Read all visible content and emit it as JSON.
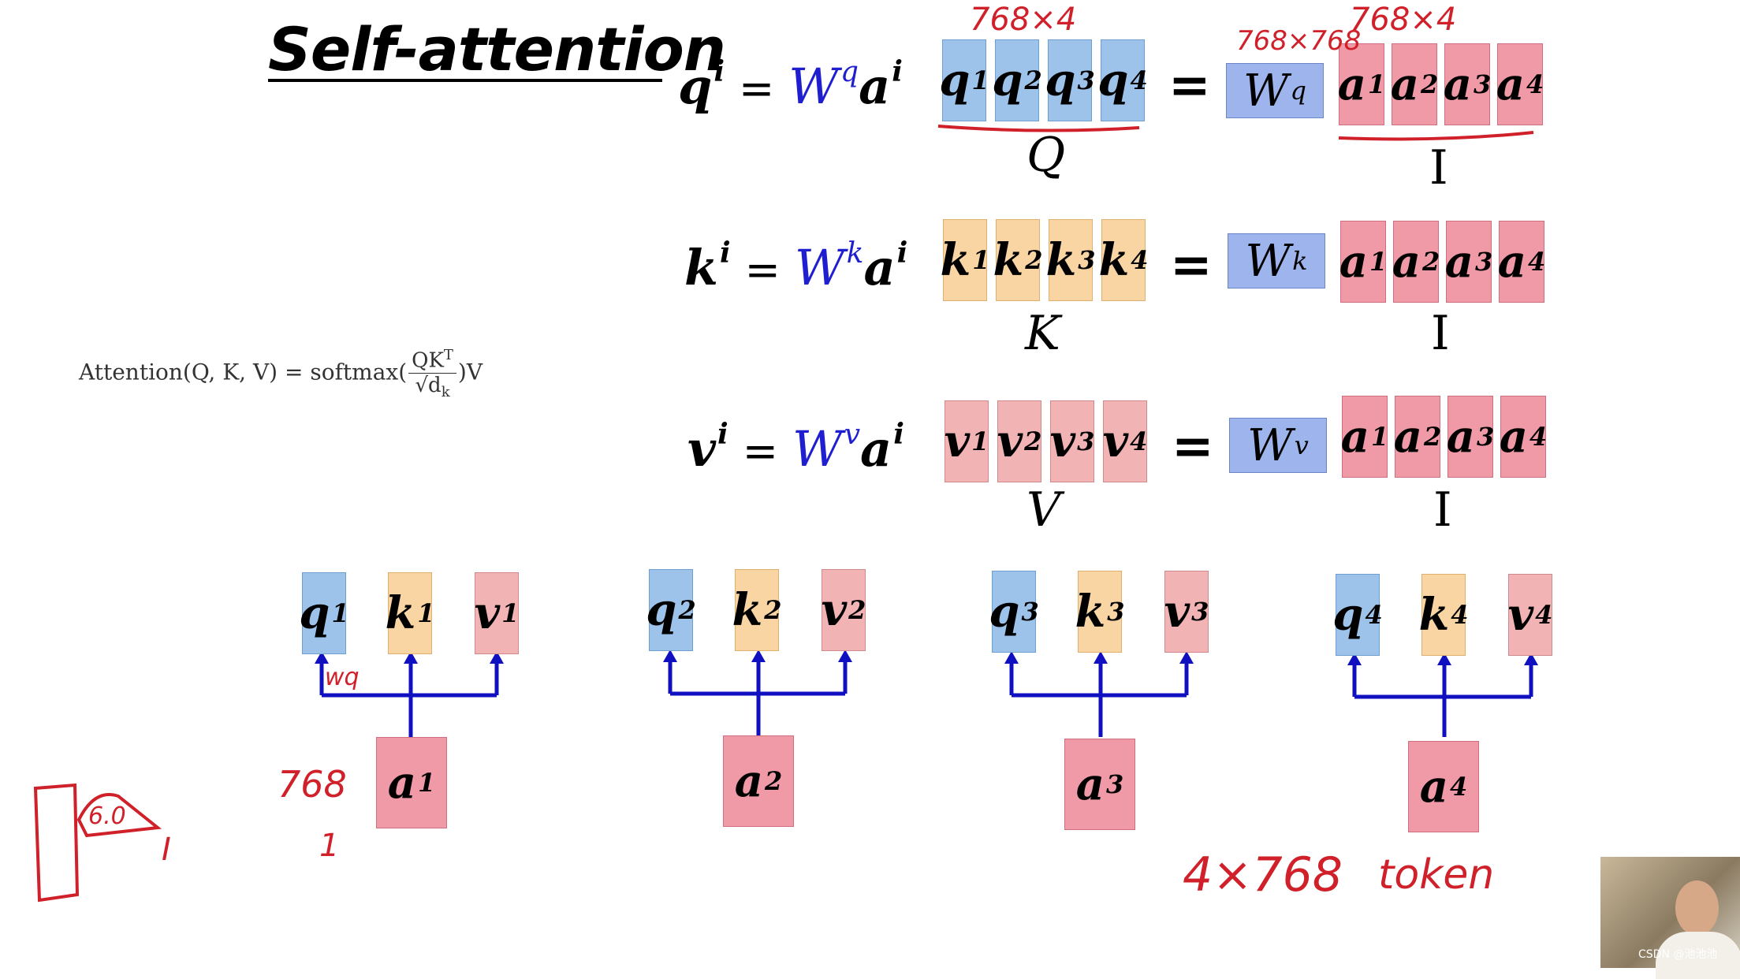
{
  "title": "Self-attention",
  "equations": {
    "q": {
      "lhs": "q",
      "lhs_sup": "i",
      "W": "W",
      "W_sup": "q",
      "rhs": "a",
      "rhs_sup": "i",
      "matrix_label": "Q",
      "W_box_label": "W",
      "W_box_sup": "q",
      "input_label": "I"
    },
    "k": {
      "lhs": "k",
      "lhs_sup": "i",
      "W": "W",
      "W_sup": "k",
      "rhs": "a",
      "rhs_sup": "i",
      "matrix_label": "K",
      "W_box_label": "W",
      "W_box_sup": "k",
      "input_label": "I"
    },
    "v": {
      "lhs": "v",
      "lhs_sup": "i",
      "W": "W",
      "W_sup": "v",
      "rhs": "a",
      "rhs_sup": "i",
      "matrix_label": "V",
      "W_box_label": "W",
      "W_box_sup": "v",
      "input_label": "I"
    },
    "equals": "="
  },
  "vectors": {
    "q": [
      "1",
      "2",
      "3",
      "4"
    ],
    "k": [
      "1",
      "2",
      "3",
      "4"
    ],
    "v": [
      "1",
      "2",
      "3",
      "4"
    ],
    "a": [
      "1",
      "2",
      "3",
      "4"
    ]
  },
  "letters": {
    "q": "q",
    "k": "k",
    "v": "v",
    "a": "a"
  },
  "attention_formula": {
    "prefix": "Attention(Q, K, V) = softmax(",
    "numerator": "QK",
    "numerator_sup": "T",
    "denominator": "√d",
    "denominator_sub": "k",
    "suffix": ")V"
  },
  "annotations": {
    "q_dims": "768×4",
    "w_dims": "768×768",
    "a_dims": "768×4",
    "a1_dim": "768",
    "a1_dim2": "1",
    "wq_note": "wq",
    "bottom_dims": "4×768",
    "bottom_note": "token",
    "left_num": "6.0",
    "left_i": "I"
  },
  "colors": {
    "query": "#9dc3ea",
    "key": "#f8d5a3",
    "value": "#f2b3b4",
    "input": "#ef9aa6",
    "weight": "#9db4ec",
    "arrow": "#1010c0",
    "annotation": "#d0202a"
  },
  "credit": "CSDN @池池池"
}
